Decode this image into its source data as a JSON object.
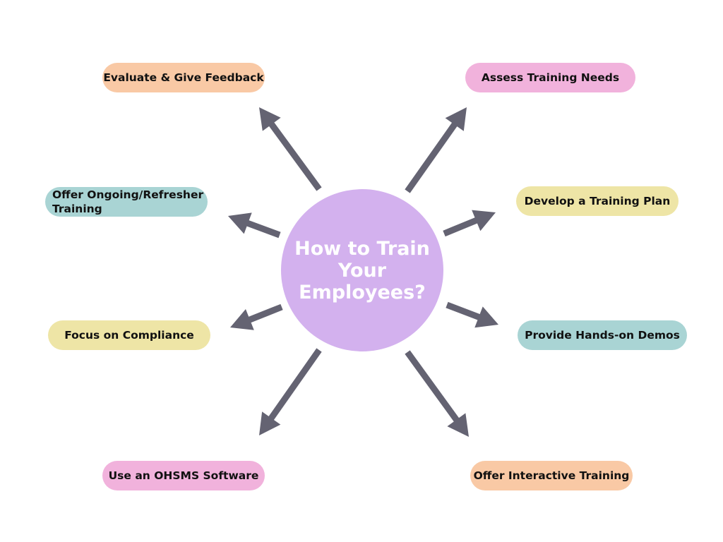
{
  "diagram": {
    "center": {
      "text": "How to Train Your Employees?",
      "color": "#d3b1ee",
      "text_color": "#ffffff"
    },
    "arrow_color": "#646372",
    "nodes": [
      {
        "id": "evaluate",
        "label": "Evaluate & Give Feedback",
        "color": "#f9c9a5"
      },
      {
        "id": "assess",
        "label": "Assess Training Needs",
        "color": "#f1b2dc"
      },
      {
        "id": "ongoing",
        "label": "Offer Ongoing/Refresher Training",
        "color": "#a9d4d4"
      },
      {
        "id": "develop",
        "label": "Develop a Training Plan",
        "color": "#eee5a6"
      },
      {
        "id": "compliance",
        "label": "Focus on Compliance",
        "color": "#eee5a6"
      },
      {
        "id": "demos",
        "label": "Provide Hands-on Demos",
        "color": "#a9d4d4"
      },
      {
        "id": "ohsms",
        "label": "Use an OHSMS Software",
        "color": "#f1b2dc"
      },
      {
        "id": "interactive",
        "label": "Offer Interactive Training",
        "color": "#f9c9a5"
      }
    ]
  }
}
